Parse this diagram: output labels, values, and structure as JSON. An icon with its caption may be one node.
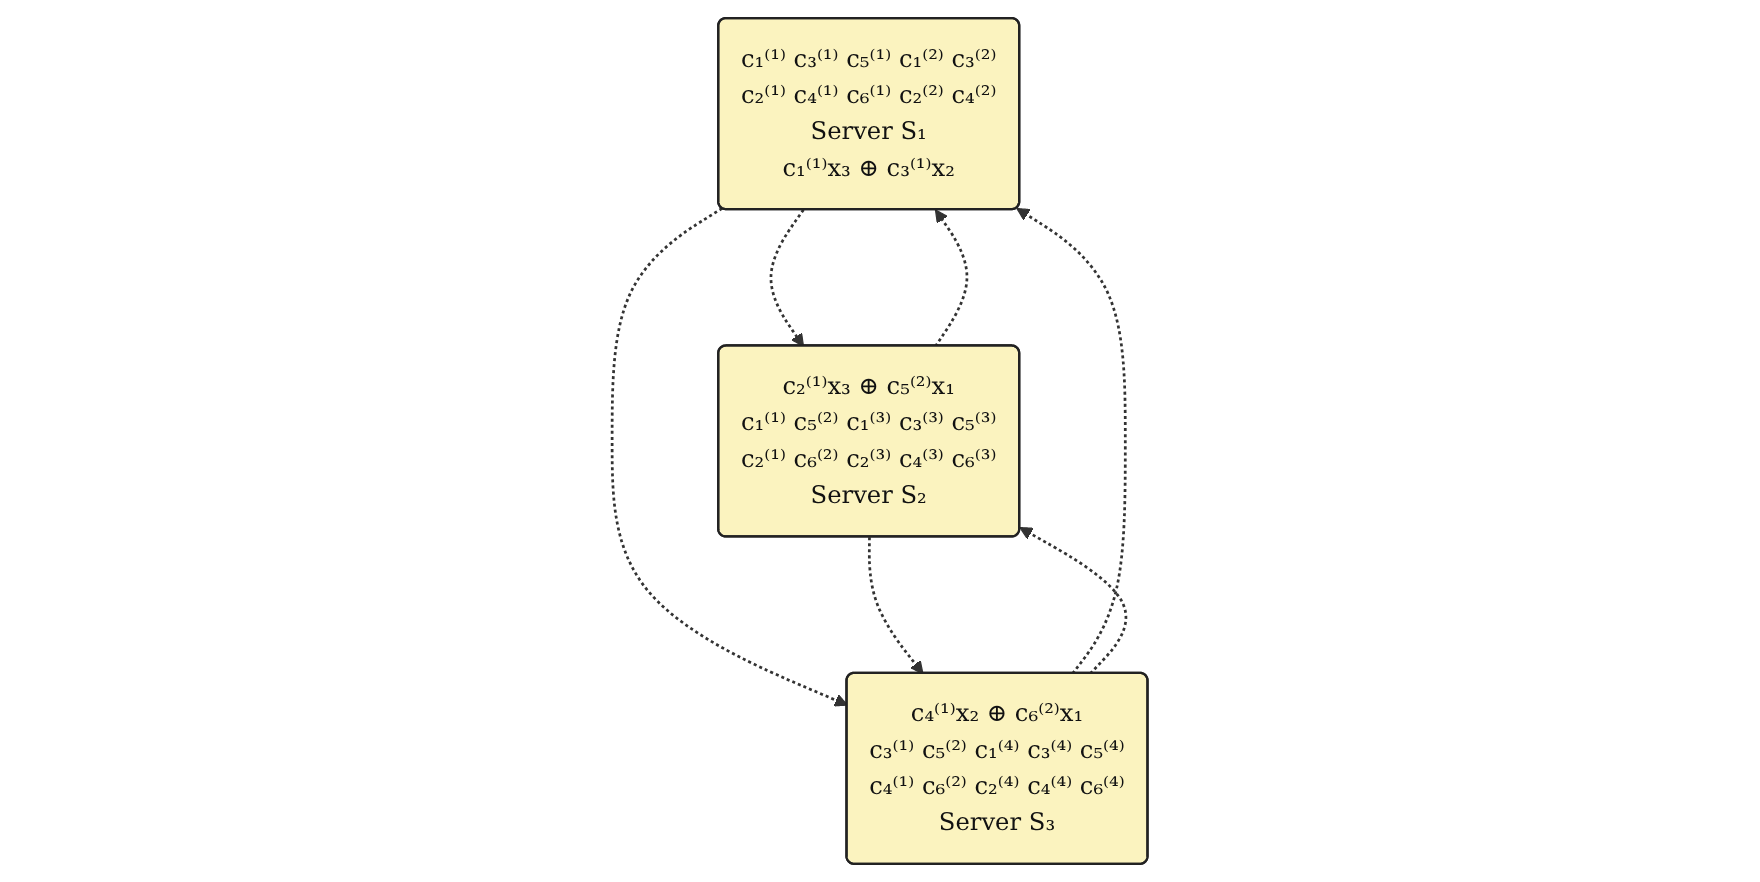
{
  "diagram": {
    "nodes": [
      {
        "text": [
          "c₁⁽¹⁾ c₃⁽¹⁾ c₅⁽¹⁾ c₁⁽²⁾ c₃⁽²⁾ c₂⁽¹⁾ c₄⁽¹⁾ c₆⁽¹⁾ c₂⁽²⁾ c₄⁽²⁾",
          "Server S₁",
          "c₁⁽¹⁾x₃ ⊕ c₃⁽¹⁾x₂"
        ]
      },
      {
        "text": [
          "c₂⁽¹⁾x₃ ⊕ c₅⁽²⁾x₁",
          "c₁⁽¹⁾ c₅⁽²⁾ c₁⁽³⁾ c₃⁽³⁾ c₅⁽³⁾ c₂⁽¹⁾ c₆⁽²⁾ c₂⁽³⁾ c₄⁽³⁾ c₆⁽³⁾",
          "Server S₂"
        ]
      },
      {
        "text": [
          "c₄⁽¹⁾x₂ ⊕ c₆⁽²⁾x₁",
          "c₃⁽¹⁾ c₅⁽²⁾ c₁⁽⁴⁾ c₃⁽⁴⁾ c₅⁽⁴⁾ c₄⁽¹⁾ c₆⁽²⁾ c₂⁽⁴⁾ c₄⁽⁴⁾ c₆⁽⁴⁾",
          "Server S₃"
        ]
      }
    ],
    "edges": [
      {
        "from": 1,
        "to": 0,
        "arrow": "to",
        "style": "dashed"
      },
      {
        "from": 0,
        "to": 1,
        "arrow": "to",
        "style": "dashed"
      },
      {
        "from": 0,
        "to": 2,
        "arrow": "to",
        "style": "dashed"
      },
      {
        "from": 2,
        "to": 0,
        "arrow": "to",
        "style": "dashed"
      },
      {
        "from": 1,
        "to": 2,
        "arrow": "to",
        "style": "dashed"
      },
      {
        "from": 2,
        "to": 1,
        "arrow": "to",
        "style": "dashed"
      }
    ]
  }
}
